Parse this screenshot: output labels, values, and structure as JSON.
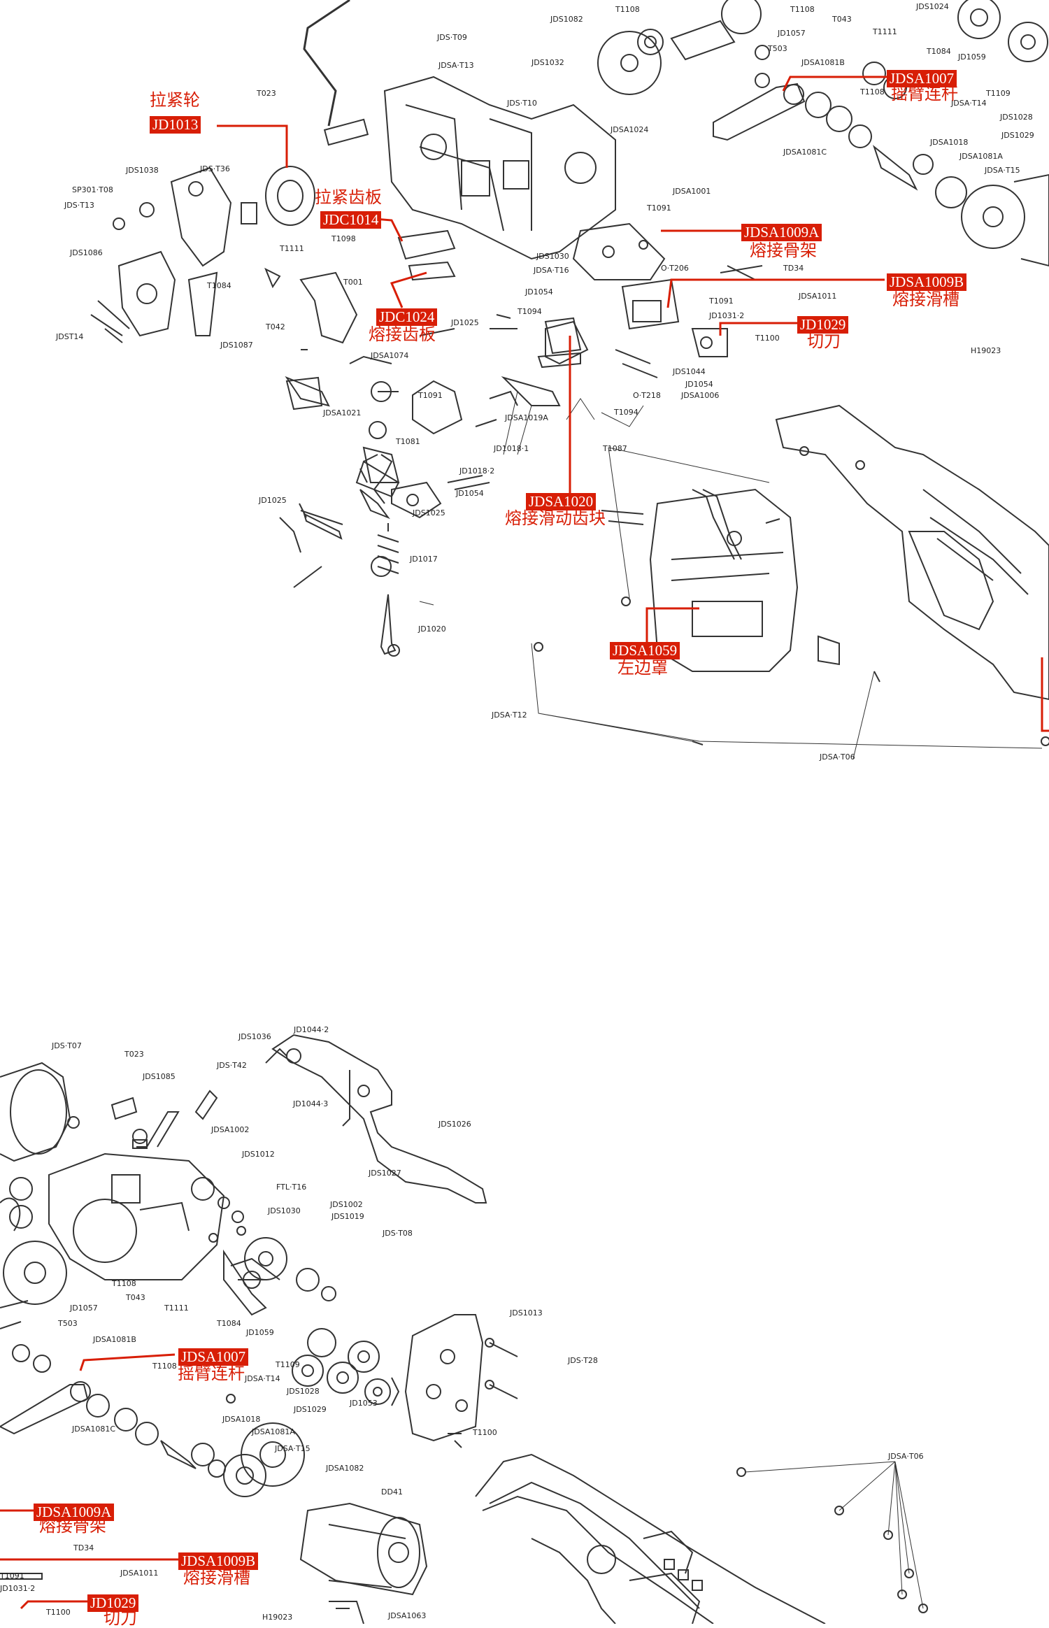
{
  "colors": {
    "callout_red": "#d81e06",
    "line_art": "#333333"
  },
  "top_diagram": {
    "labels": [
      "JDS·T09",
      "JDS1082",
      "T1108",
      "T1108",
      "T043",
      "T1111",
      "JDS1032",
      "JDSA·T13",
      "JD1057",
      "T503",
      "JDS1024",
      "JDSA1081B",
      "T023",
      "JDS·T10",
      "JDSA1024",
      "T1084",
      "JD1059",
      "T1108",
      "JDSA·T14",
      "T1109",
      "JDS1028",
      "JDS1029",
      "JDS1038",
      "JDS·T36",
      "JDSA1018",
      "JDSA1081C",
      "JDSA1081A",
      "SP301·T08",
      "JDS·T13",
      "JDSA1001",
      "JDSA·T15",
      "T1091",
      "T1098",
      "JDS1086",
      "T1111",
      "JDS1030",
      "JDSA·T16",
      "T1084",
      "TD34",
      "T001",
      "JDSA1011",
      "JD1054",
      "T1094",
      "JD1031·2",
      "T1091",
      "T042",
      "JDS1087",
      "JD1025",
      "JDST14",
      "T1100",
      "H19023",
      "JDSA1074",
      "JDS1044",
      "JD1054",
      "JDSA1006",
      "T1091",
      "O·T218",
      "T1094",
      "JDSA1019A",
      "JDSA1021",
      "T1081",
      "JD1018·1",
      "JD1018·2",
      "T1087",
      "JD1054",
      "JD1025",
      "JDS1025",
      "JD1017",
      "JD1020",
      "JDSA·T12",
      "JDSA·T06",
      "O·T206"
    ],
    "callouts": [
      {
        "code": "JD1013",
        "cn": "拉紧轮"
      },
      {
        "code": "JDC1014",
        "cn": "拉紧齿板"
      },
      {
        "code": "JDC1024",
        "cn": "熔接齿板"
      },
      {
        "code": "JDSA1007",
        "cn": "摇臂连杆"
      },
      {
        "code": "JDSA1009A",
        "cn": "熔接骨架"
      },
      {
        "code": "JDSA1009B",
        "cn": "熔接滑槽"
      },
      {
        "code": "JD1029",
        "cn": "切刀"
      },
      {
        "code": "JDSA1020",
        "cn": "熔接滑动齿块"
      },
      {
        "code": "JDSA1059",
        "cn": "左边罩"
      }
    ]
  },
  "bottom_diagram": {
    "labels": [
      "JDS·T07",
      "T023",
      "JDS1036",
      "JD1044·2",
      "JDS1085",
      "JDS·T42",
      "JDSA1002",
      "JD1044·3",
      "JDS1026",
      "JDS1012",
      "JDS1027",
      "FTL·T16",
      "JDS1030",
      "JDS1002",
      "JDS1019",
      "JDS·T08",
      "T1108",
      "JD1057",
      "T043",
      "T1111",
      "T1084",
      "T503",
      "JDSA1081B",
      "JD1059",
      "T1108",
      "JDSA·T14",
      "T1109",
      "JDS1013",
      "JDS·T28",
      "JDS1028",
      "JDS1029",
      "JD1053",
      "T1100",
      "JDSA1081C",
      "JDSA1018",
      "JDSA1081A",
      "JDSA·T15",
      "JDSA1082",
      "DD41",
      "TD34",
      "JDSA1011",
      "T1091",
      "JD1031·2",
      "T1100",
      "JDSA·T06",
      "JDSA1063",
      "H19023"
    ],
    "callouts": [
      {
        "code": "JDSA1007",
        "cn": "摇臂连杆"
      },
      {
        "code": "JDSA1009A",
        "cn": "熔接骨架"
      },
      {
        "code": "JDSA1009B",
        "cn": "熔接滑槽"
      },
      {
        "code": "JD1029",
        "cn": "切刀"
      }
    ]
  }
}
